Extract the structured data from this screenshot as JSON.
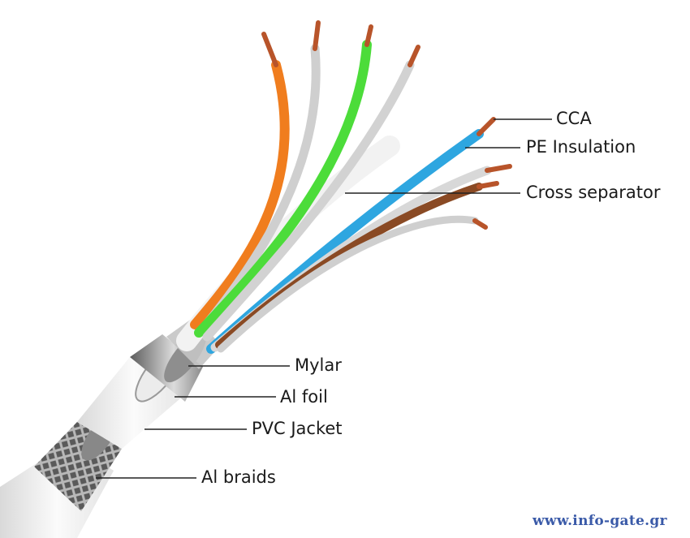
{
  "labels": {
    "cca": "CCA",
    "pe_insulation": "PE Insulation",
    "cross_separator": "Cross separator",
    "mylar": "Mylar",
    "al_foil": "Al foil",
    "pvc_jacket": "PVC Jacket",
    "al_braids": "Al braids"
  },
  "watermark": "www.info-gate.gr",
  "colors": {
    "orange": "#f07d1e",
    "green": "#4cdc3a",
    "blue": "#2ea6e0",
    "brown": "#8a4a24",
    "white_wire": "#d8d8d8",
    "copper": "#b8542a",
    "jacket": "#eeeeee",
    "braid": "#6e6e6e",
    "watermark": "#3a5aa8"
  }
}
